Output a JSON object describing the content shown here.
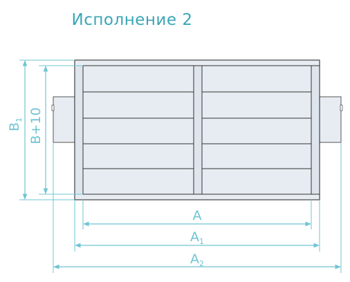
{
  "title": "Исполнение 2",
  "dimensions": {
    "a": {
      "main": "A",
      "sub": ""
    },
    "a1": {
      "main": "A",
      "sub": "1"
    },
    "a2": {
      "main": "A",
      "sub": "2"
    },
    "b1": {
      "main": "B",
      "sub": "1"
    },
    "b10": {
      "main": "B+10",
      "sub": ""
    }
  },
  "colors": {
    "title": "#3aa6b5",
    "dimension": "#6fc4d3",
    "outline": "#333333",
    "fill": "#e7ecf2"
  }
}
